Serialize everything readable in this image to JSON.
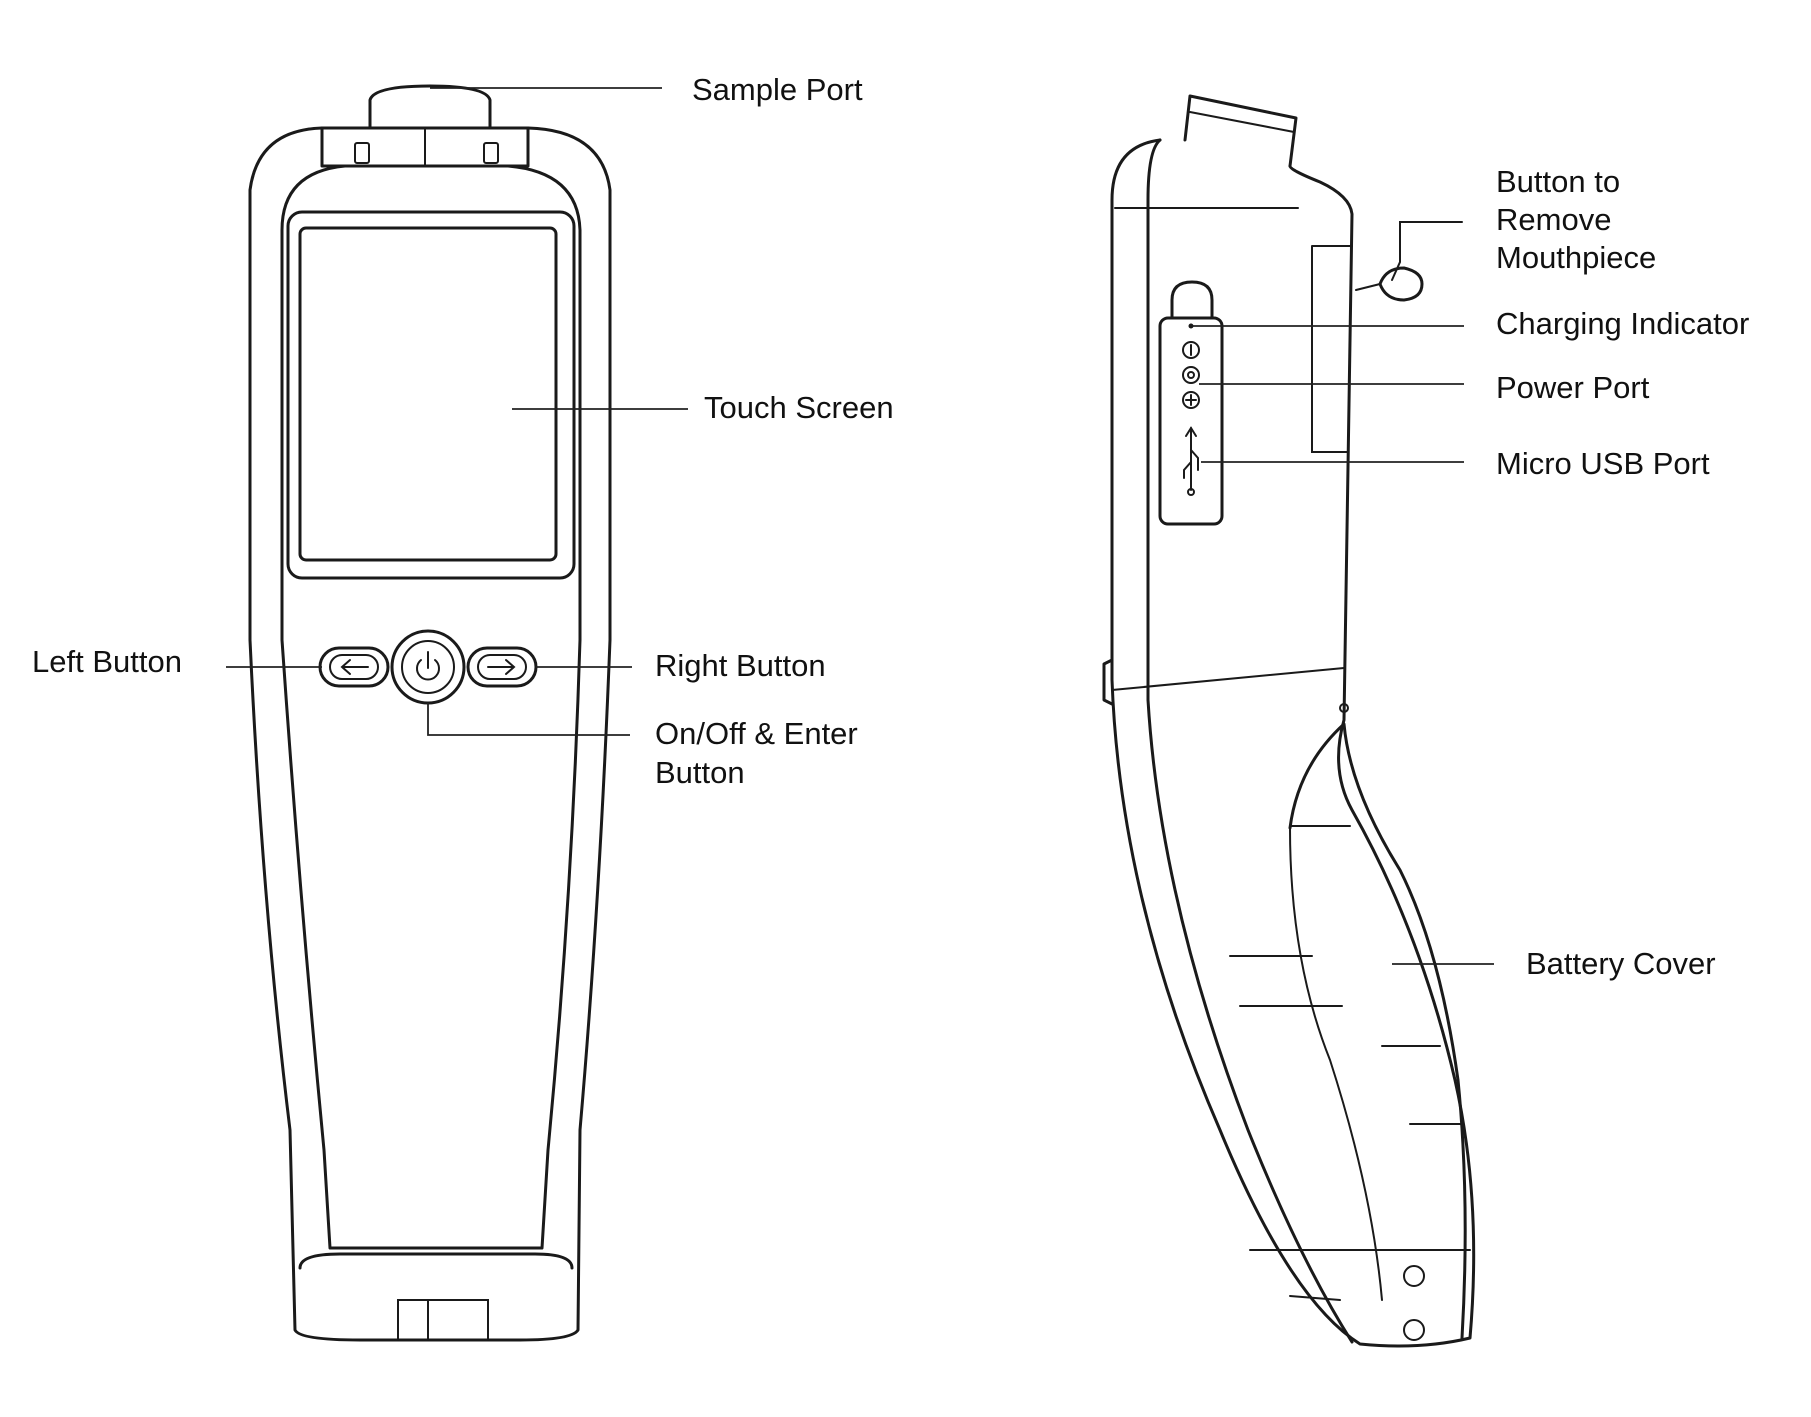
{
  "labels": {
    "sample_port": "Sample Port",
    "touch_screen": "Touch Screen",
    "left_button": "Left Button",
    "right_button": "Right Button",
    "onoff_line1": "On/Off & Enter",
    "onoff_line2": "Button",
    "remove_line1": "Button to",
    "remove_line2": "Remove",
    "remove_line3": "Mouthpiece",
    "charging_indicator": "Charging Indicator",
    "power_port": "Power Port",
    "micro_usb_port": "Micro USB Port",
    "battery_cover": "Battery Cover"
  },
  "icons": {
    "left_arrow": "left-arrow-icon",
    "right_arrow": "right-arrow-icon",
    "power": "power-icon",
    "usb": "usb-icon"
  },
  "colors": {
    "line": "#1a1a1a",
    "background": "#ffffff"
  }
}
